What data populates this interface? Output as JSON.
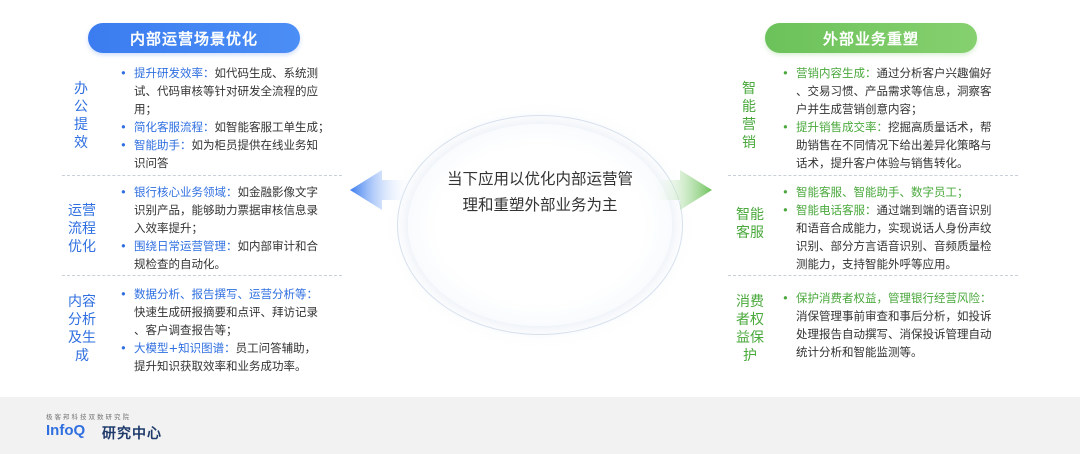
{
  "left_header": "内部运营场景优化",
  "right_header": "外部业务重塑",
  "center_text": "当下应用以优化内部运营管理和重塑外部业务为主",
  "left_sections": [
    {
      "category": [
        "办",
        "公",
        "提",
        "效"
      ],
      "items": [
        {
          "keyword": "提升研发效率：",
          "lines": [
            "如代码生成、系统测",
            "试、代码审核等针对研发全流程的应",
            "用；"
          ]
        },
        {
          "keyword": "简化客服流程：",
          "lines": [
            "如智能客服工单生成；"
          ]
        },
        {
          "keyword": "智能助手：",
          "lines": [
            "如为柜员提供在线业务知",
            "识问答"
          ]
        }
      ]
    },
    {
      "category": [
        "运营",
        "流程",
        "优化"
      ],
      "items": [
        {
          "keyword": "银行核心业务领域：",
          "lines": [
            "如金融影像文字",
            "识别产品，能够助力票据审核信息录",
            "入效率提升；"
          ]
        },
        {
          "keyword": "围绕日常运营管理：",
          "lines": [
            "如内部审计和合",
            "规检查的自动化。"
          ]
        }
      ]
    },
    {
      "category": [
        "内容",
        "分析",
        "及生",
        "成"
      ],
      "items": [
        {
          "keyword": "数据分析、报告撰写、运营分析等：",
          "lines": [
            "",
            "快速生成研报摘要和点评、拜访记录",
            "、客户调查报告等；"
          ]
        },
        {
          "keyword": "大模型+知识图谱：",
          "lines": [
            "员工问答辅助，",
            "提升知识获取效率和业务成功率。"
          ]
        }
      ]
    }
  ],
  "right_sections": [
    {
      "category": [
        "智",
        "能",
        "营",
        "销"
      ],
      "items": [
        {
          "keyword": "营销内容生成：",
          "lines": [
            "通过分析客户兴趣偏好",
            "、交易习惯、产品需求等信息，洞察客",
            "户并生成营销创意内容；"
          ]
        },
        {
          "keyword": "提升销售成交率：",
          "lines": [
            "挖掘高质量话术，帮",
            "助销售在不同情况下给出差异化策略与",
            "话术，提升客户体验与销售转化。"
          ]
        }
      ]
    },
    {
      "category": [
        "智能",
        "客服"
      ],
      "items": [
        {
          "keyword": "智能客服、智能助手、数字员工；",
          "lines": [
            ""
          ]
        },
        {
          "keyword": "智能电话客服：",
          "lines": [
            "通过端到端的语音识别",
            "和语音合成能力，实现说话人身份声纹",
            "识别、部分方言语音识别、音频质量检",
            "测能力，支持智能外呼等应用。"
          ]
        }
      ]
    },
    {
      "category": [
        "消费",
        "者权",
        "益保",
        "护"
      ],
      "items": [
        {
          "keyword": "保护消费者权益，管理银行经营风险：",
          "lines": [
            "",
            "消保管理事前审查和事后分析，如投诉",
            "处理报告自动撰写、消保投诉管理自动",
            "统计分析和智能监测等。"
          ]
        }
      ]
    }
  ],
  "footer": {
    "tagline": "极客邦科技双数研究院",
    "brand": "InfoQ",
    "brand_cn": "研究中心"
  },
  "colors": {
    "blue": "#2f6fe0",
    "green": "#4aa83c"
  }
}
